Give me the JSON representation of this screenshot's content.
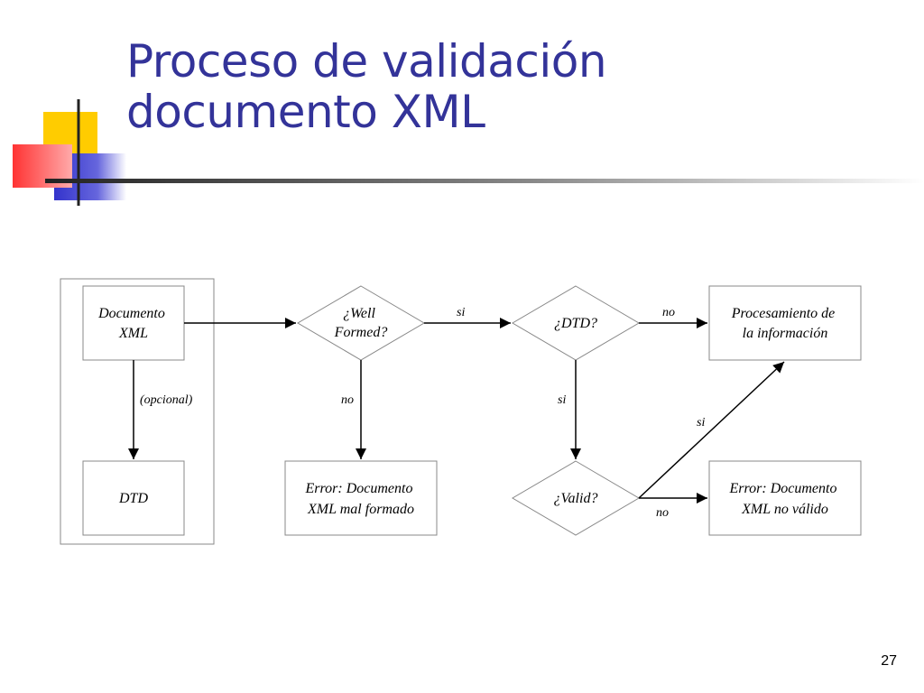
{
  "slide": {
    "title_lines": [
      "Proceso de validación",
      "documento XML"
    ],
    "page_number": "27"
  },
  "colors": {
    "title": "#333399",
    "deco_yellow": "#ffcc00",
    "deco_red": "#ff3333",
    "deco_blue": "#3333cc",
    "rule": "#333333"
  },
  "diagram": {
    "nodes": {
      "doc_xml": [
        "Documento",
        "XML"
      ],
      "dtd": [
        "DTD"
      ],
      "well_formed": [
        "¿Well",
        "Formed?"
      ],
      "has_dtd": [
        "¿DTD?"
      ],
      "valid": [
        "¿Valid?"
      ],
      "processing": [
        "Procesamiento de",
        "la información"
      ],
      "error_malformed": [
        "Error: Documento",
        "XML mal formado"
      ],
      "error_invalid": [
        "Error: Documento",
        "XML no válido"
      ]
    },
    "edges": {
      "optional": "(opcional)",
      "wf_yes": "si",
      "wf_no": "no",
      "dtd_no": "no",
      "dtd_yes": "si",
      "valid_yes": "si",
      "valid_no": "no"
    }
  }
}
